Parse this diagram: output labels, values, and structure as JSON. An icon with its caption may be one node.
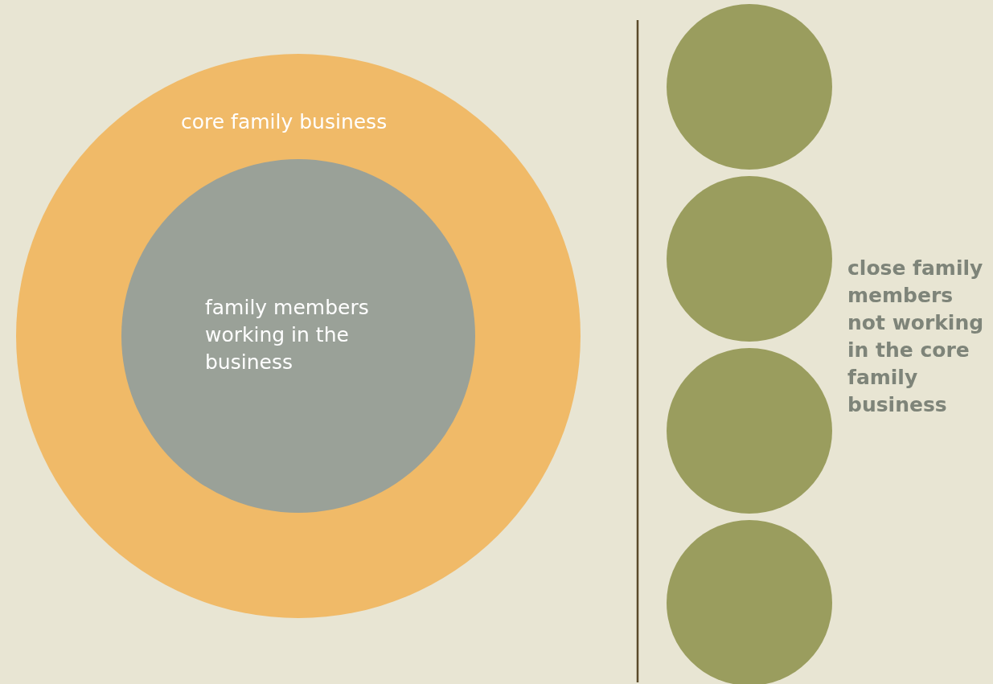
{
  "diagram": {
    "nodes": [
      {
        "text": [
          "core family business"
        ]
      },
      {
        "text": [
          "family members working in the business"
        ],
        "in": 0
      },
      {
        "text": [],
        "shape": "circle"
      },
      {
        "text": [],
        "shape": "circle"
      },
      {
        "text": [],
        "shape": "circle"
      },
      {
        "text": [],
        "shape": "circle"
      }
    ],
    "labels": [
      "close family members not working in the core family business"
    ]
  }
}
